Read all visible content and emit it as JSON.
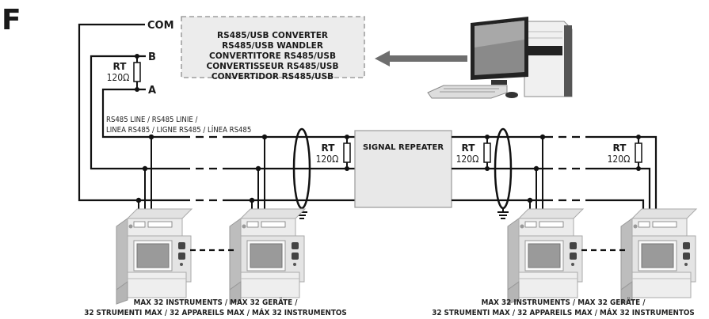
{
  "figure_label": "F",
  "terminals": {
    "com": "COM",
    "b": "B",
    "a": "A"
  },
  "converter_box": {
    "lines": [
      "RS485/USB CONVERTER",
      "RS485/USB WANDLER",
      "CONVERTITORE RS485/USB",
      "CONVERTISSEUR RS485/USB",
      "CONVERTIDOR RS485/USB"
    ]
  },
  "resistors": [
    {
      "name": "RT",
      "value": "120Ω"
    },
    {
      "name": "RT",
      "value": "120Ω"
    },
    {
      "name": "RT",
      "value": "120Ω"
    },
    {
      "name": "RT",
      "value": "120Ω"
    }
  ],
  "line_label": {
    "line1": "RS485 LINE / RS485 LINIE /",
    "line2": "LINEA RS485 / LIGNE RS485 / LÍNEA RS485"
  },
  "repeater": {
    "label": "SIGNAL REPEATER"
  },
  "instrument_groups": [
    {
      "line1": "MAX 32 INSTRUMENTS / MAX 32 GERÄTE /",
      "line2": "32 STRUMENTI MAX / 32 APPAREILS MAX / MÁX 32 INSTRUMENTOS"
    },
    {
      "line1": "MAX 32 INSTRUMENTS / MAX 32 GERÄTE /",
      "line2": "32 STRUMENTI MAX / 32 APPAREILS MAX / MÁX 32 INSTRUMENTOS"
    }
  ],
  "icons": {
    "computer": "desktop-computer-icon",
    "arrow": "arrow-left-icon",
    "ground": "ground-icon",
    "meter": "din-rail-meter-icon"
  },
  "colors": {
    "wire": "#111111",
    "box_fill": "#e8e8e8",
    "box_border": "#888888",
    "arrow": "#6e6e6e"
  }
}
